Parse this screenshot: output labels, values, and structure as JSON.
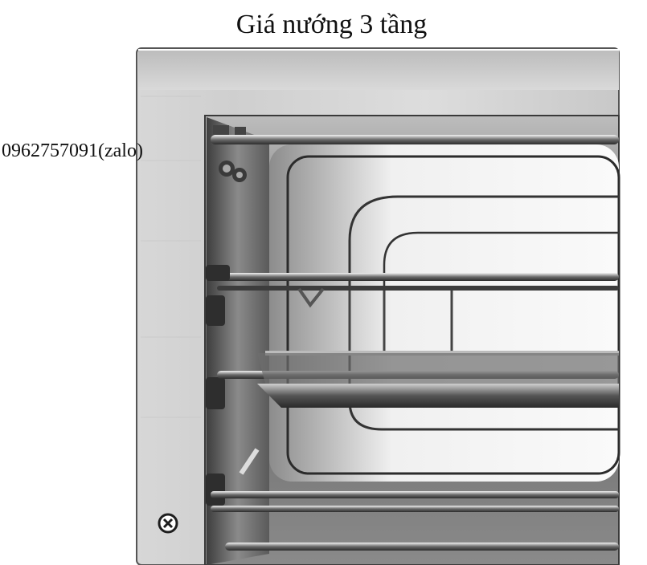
{
  "header": {
    "title": "Giá nướng 3 tầng"
  },
  "contact": {
    "phone": "0962757091(zalo)"
  },
  "image": {
    "subject": "oven-interior-3-rack"
  }
}
